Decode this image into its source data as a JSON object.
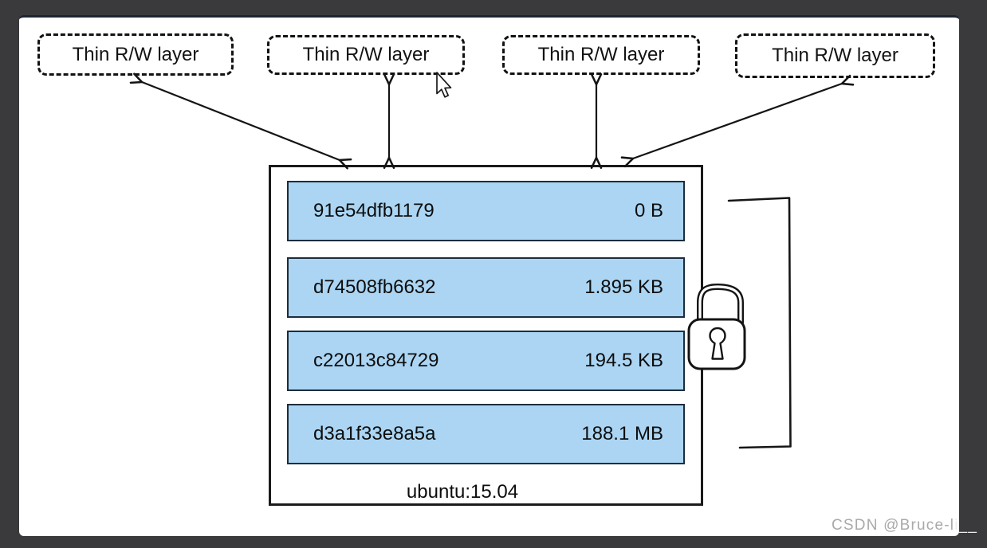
{
  "diagram": {
    "thin_layers": [
      {
        "label": "Thin R/W layer"
      },
      {
        "label": "Thin R/W layer"
      },
      {
        "label": "Thin R/W layer"
      },
      {
        "label": "Thin R/W layer"
      }
    ],
    "image": {
      "tag": "ubuntu:15.04",
      "layers": [
        {
          "id": "91e54dfb1179",
          "size": "0 B"
        },
        {
          "id": "d74508fb6632",
          "size": "1.895 KB"
        },
        {
          "id": "c22013c84729",
          "size": "194.5 KB"
        },
        {
          "id": "d3a1f33e8a5a",
          "size": "188.1 MB"
        }
      ]
    },
    "icons": {
      "lock": "padlock-icon",
      "cursor": "mouse-pointer-icon"
    }
  },
  "watermark": {
    "full_text": "CSDN @Bruce-li__",
    "gray_part": "CSDN @Bruce-l",
    "light_part": "i__"
  },
  "colors": {
    "frame_background": "#3a3a3d",
    "canvas_background": "#ffffff",
    "top_strip": "#1d2434",
    "layer_fill": "#abd5f3",
    "layer_border": "#1c2d3d",
    "ink": "#141414",
    "watermark_gray": "#a9a9a9",
    "watermark_light": "#ededed"
  }
}
